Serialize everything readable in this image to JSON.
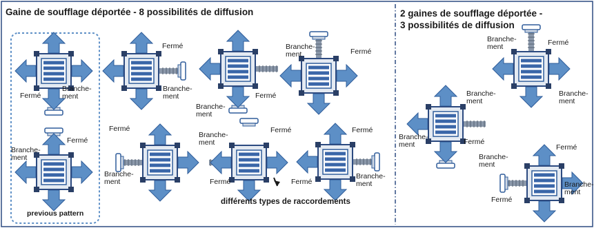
{
  "panel_left": {
    "title": "Gaine de soufflage déportée - 8 possibilités de diffusion",
    "previous_pattern": "previous pattern",
    "note": "différents types de raccordements"
  },
  "panel_right": {
    "title_line1": "2 gaines de soufflage déportée -",
    "title_line2": "3 possibilités de diffusion"
  },
  "labels": {
    "ferme": "Fermé",
    "branche1": "Branche-",
    "branche2": "ment"
  },
  "colors": {
    "frame": "#2c4a80",
    "arrow": "#5d8fc6",
    "arrow_dark": "#2f5c9a",
    "unit_face": "#e4eaf2",
    "unit_inner": "#3a66a8",
    "duct": "#8b98aa"
  },
  "diagram": {
    "units": [
      {
        "id": "u1",
        "arrows": [
          "up",
          "down",
          "left",
          "right"
        ],
        "duct": "down",
        "cap": "down"
      },
      {
        "id": "u2",
        "arrows": [
          "up",
          "down",
          "left"
        ],
        "duct": "right",
        "cap": "right"
      },
      {
        "id": "u3",
        "arrows": [
          "up",
          "down",
          "left"
        ],
        "duct": "right",
        "cap": "down"
      },
      {
        "id": "u4",
        "arrows": [
          "left",
          "right",
          "down"
        ],
        "duct": "up",
        "cap": "up"
      },
      {
        "id": "u5",
        "arrows": [
          "up",
          "down",
          "left",
          "right"
        ],
        "duct": "up",
        "cap": "up"
      },
      {
        "id": "u6",
        "arrows": [
          "up",
          "down",
          "right"
        ],
        "duct": "left",
        "cap": "left"
      },
      {
        "id": "u7",
        "arrows": [
          "left",
          "right",
          "down"
        ],
        "duct": "left",
        "cap": "up"
      },
      {
        "id": "u8",
        "arrows": [
          "up",
          "down",
          "left"
        ],
        "duct": "right",
        "cap": "right"
      },
      {
        "id": "u9",
        "arrows": [
          "left",
          "right",
          "down"
        ],
        "duct": "up",
        "cap": "up"
      },
      {
        "id": "u10",
        "arrows": [
          "up",
          "down",
          "left"
        ],
        "duct": "right",
        "cap": "down"
      },
      {
        "id": "u11",
        "arrows": [
          "up",
          "down",
          "right"
        ],
        "duct": "left",
        "cap": "left"
      }
    ]
  }
}
